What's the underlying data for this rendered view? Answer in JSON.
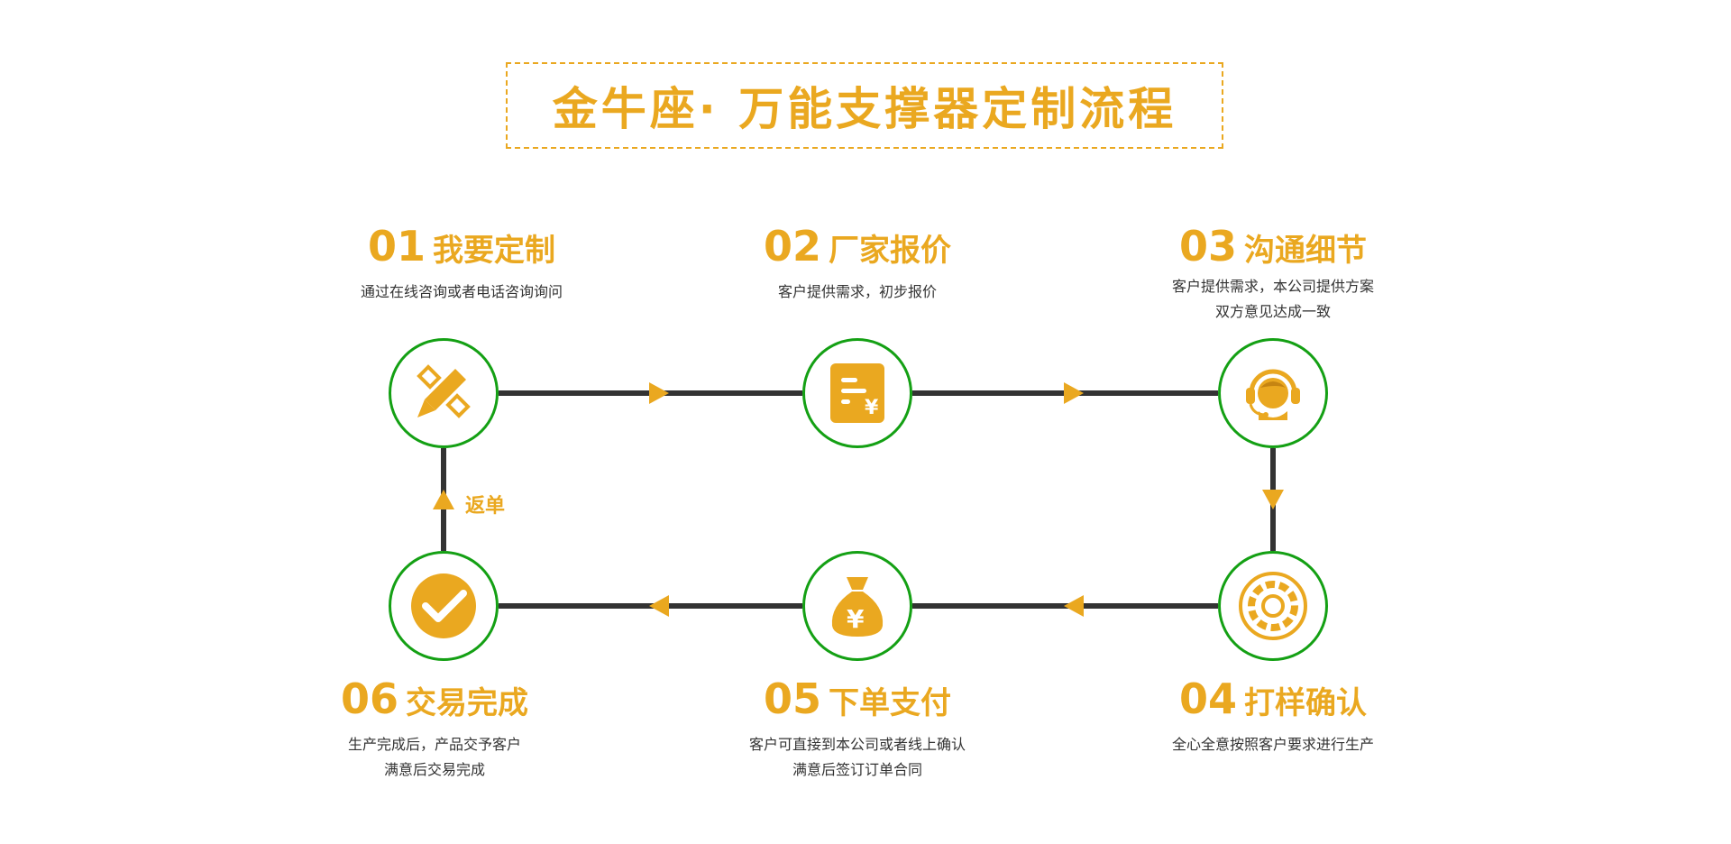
{
  "title": "金牛座· 万能支撑器定制流程",
  "colors": {
    "accent": "#eaa820",
    "ring": "#14a014",
    "line": "#333333"
  },
  "return_label": "返单",
  "steps": [
    {
      "num": "01",
      "label": "我要定制",
      "desc": [
        "通过在线咨询或者电话咨询询问"
      ],
      "icon": "pencil-ruler-icon"
    },
    {
      "num": "02",
      "label": "厂家报价",
      "desc": [
        "客户提供需求，初步报价"
      ],
      "icon": "invoice-yen-icon"
    },
    {
      "num": "03",
      "label": "沟通细节",
      "desc": [
        "客户提供需求，本公司提供方案",
        "双方意见达成一致"
      ],
      "icon": "customer-service-icon"
    },
    {
      "num": "04",
      "label": "打样确认",
      "desc": [
        "全心全意按照客户要求进行生产"
      ],
      "icon": "gear-icon"
    },
    {
      "num": "05",
      "label": "下单支付",
      "desc": [
        "客户可直接到本公司或者线上确认",
        "满意后签订订单合同"
      ],
      "icon": "money-bag-icon"
    },
    {
      "num": "06",
      "label": "交易完成",
      "desc": [
        "生产完成后，产品交予客户",
        "满意后交易完成"
      ],
      "icon": "checkmark-icon"
    }
  ]
}
